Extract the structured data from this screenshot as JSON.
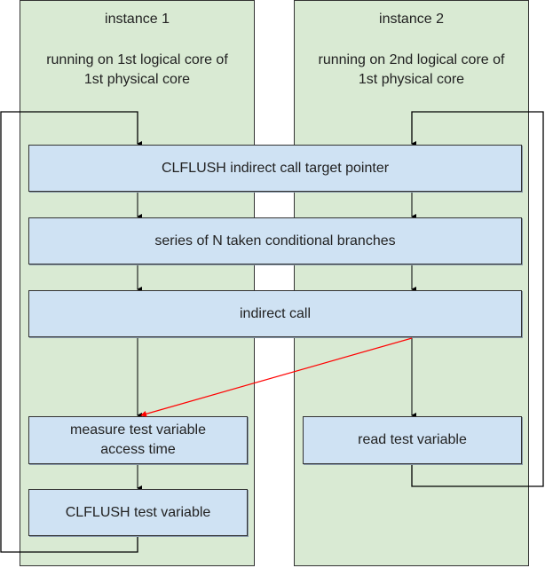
{
  "panels": [
    {
      "title": "instance 1",
      "subtitle_line1": "running on 1st logical core of",
      "subtitle_line2": "1st physical core"
    },
    {
      "title": "instance 2",
      "subtitle_line1": "running on 2nd logical core of",
      "subtitle_line2": "1st physical core"
    }
  ],
  "shared_steps": [
    "CLFLUSH indirect call target pointer",
    "series of N taken conditional branches",
    "indirect call"
  ],
  "instance1_steps": {
    "measure_line1": "measure test variable",
    "measure_line2": "access time",
    "flush": "CLFLUSH test variable"
  },
  "instance2_steps": {
    "read": "read test variable"
  },
  "colors": {
    "panel_fill": "#d9ead3",
    "box_fill": "#cfe2f3",
    "line": "#000000",
    "misprediction_arrow": "#ff0000"
  }
}
